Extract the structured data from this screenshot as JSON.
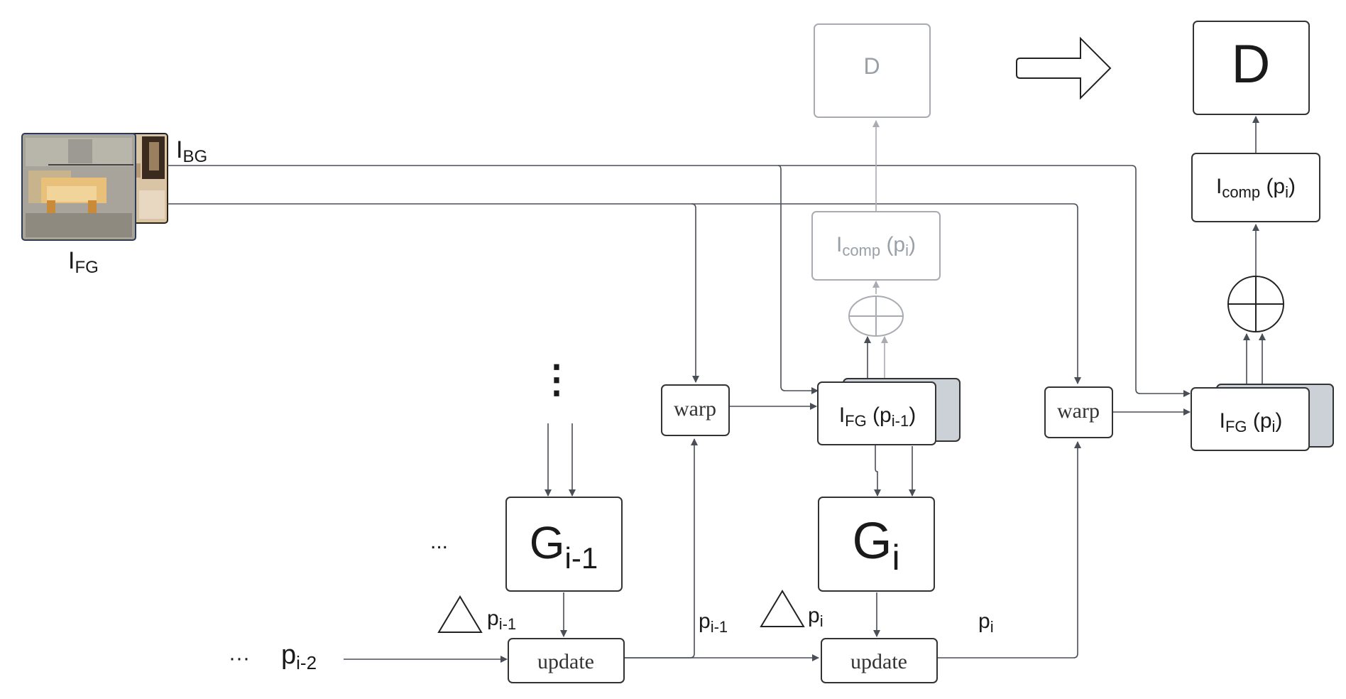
{
  "images": {
    "bg_label_main": "I",
    "bg_label_sub": "BG",
    "fg_label_main": "I",
    "fg_label_sub": "FG"
  },
  "discriminator_faint": "D",
  "discriminator": "D",
  "comp_faint": {
    "main": "I",
    "sub": "comp",
    "tail_open": " (p",
    "tail_sub": "i",
    "tail_close": ")"
  },
  "comp": {
    "main": "I",
    "sub": "comp",
    "tail_open": " (p",
    "tail_sub": "i",
    "tail_close": ")"
  },
  "fg_prev": {
    "main": "I",
    "sub": "FG",
    "tail_open": " (p",
    "tail_sub": "i-1",
    "tail_close": ")"
  },
  "fg_curr": {
    "main": "I",
    "sub": "FG",
    "tail_open": " (p",
    "tail_sub": "i",
    "tail_close": ")"
  },
  "warp_label": "warp",
  "update_label": "update",
  "g_prev": {
    "main": "G",
    "sub": "i-1"
  },
  "g_curr": {
    "main": "G",
    "sub": "i"
  },
  "vertical_dots": "⋮",
  "ellipsis": "...",
  "ellipsis_left": "···",
  "p_prev2": {
    "main": "p",
    "sub": "i-2"
  },
  "delta_prev": {
    "main": "p",
    "sub": "i-1"
  },
  "delta_curr": {
    "main": "p",
    "sub": "i"
  },
  "edge_p_prev": {
    "main": "p",
    "sub": "i-1"
  },
  "edge_p_curr": {
    "main": "p",
    "sub": "i"
  }
}
